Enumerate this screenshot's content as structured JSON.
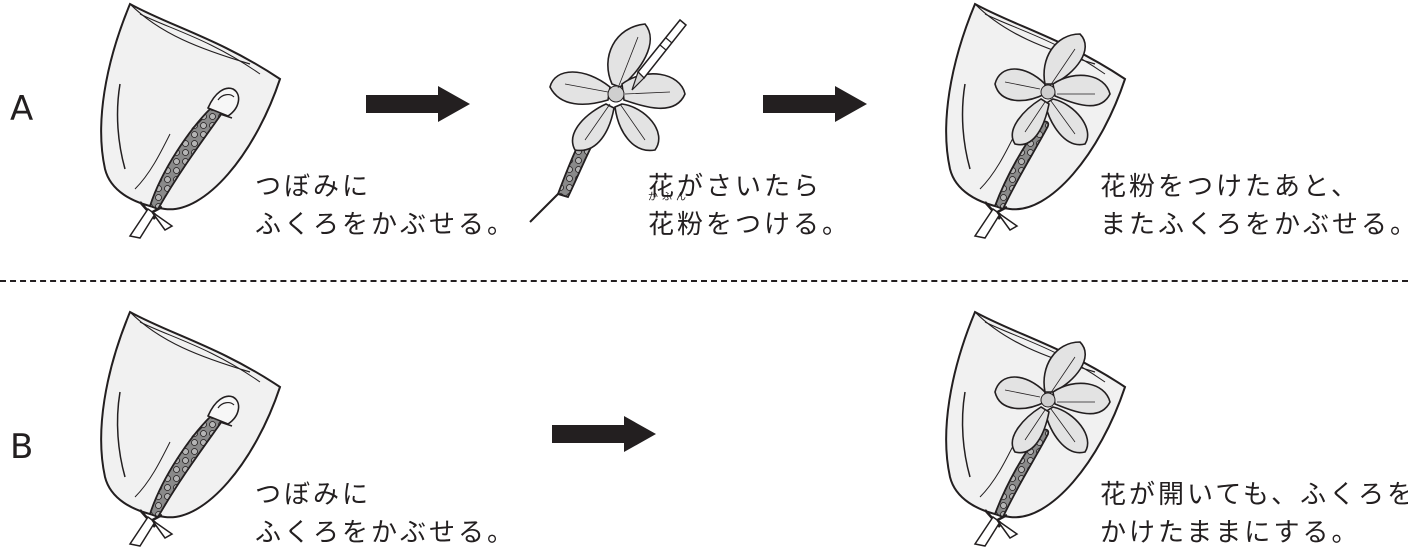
{
  "rows": [
    {
      "label": "A"
    },
    {
      "label": "B"
    }
  ],
  "steps": {
    "a1": {
      "line1": "つぼみに",
      "line2": "ふくろをかぶせる。"
    },
    "a2": {
      "line1": "花がさいたら",
      "ruby": "かふん",
      "line2": "花粉をつける。"
    },
    "a3": {
      "line1": "花粉をつけたあと、",
      "line2": "またふくろをかぶせる。"
    },
    "b1": {
      "line1": "つぼみに",
      "line2": "ふくろをかぶせる。"
    },
    "b3": {
      "line1": "花が開いても、ふくろを",
      "line2": "かけたままにする。"
    }
  },
  "colors": {
    "ink": "#231f20",
    "bag_fill": "#f1f1f1",
    "fruit_fill": "#8a8a8a",
    "petal_fill": "#e3e3e3"
  },
  "icons": [
    "bagged-bud",
    "flower-with-brush",
    "bagged-flower",
    "right-arrow"
  ]
}
